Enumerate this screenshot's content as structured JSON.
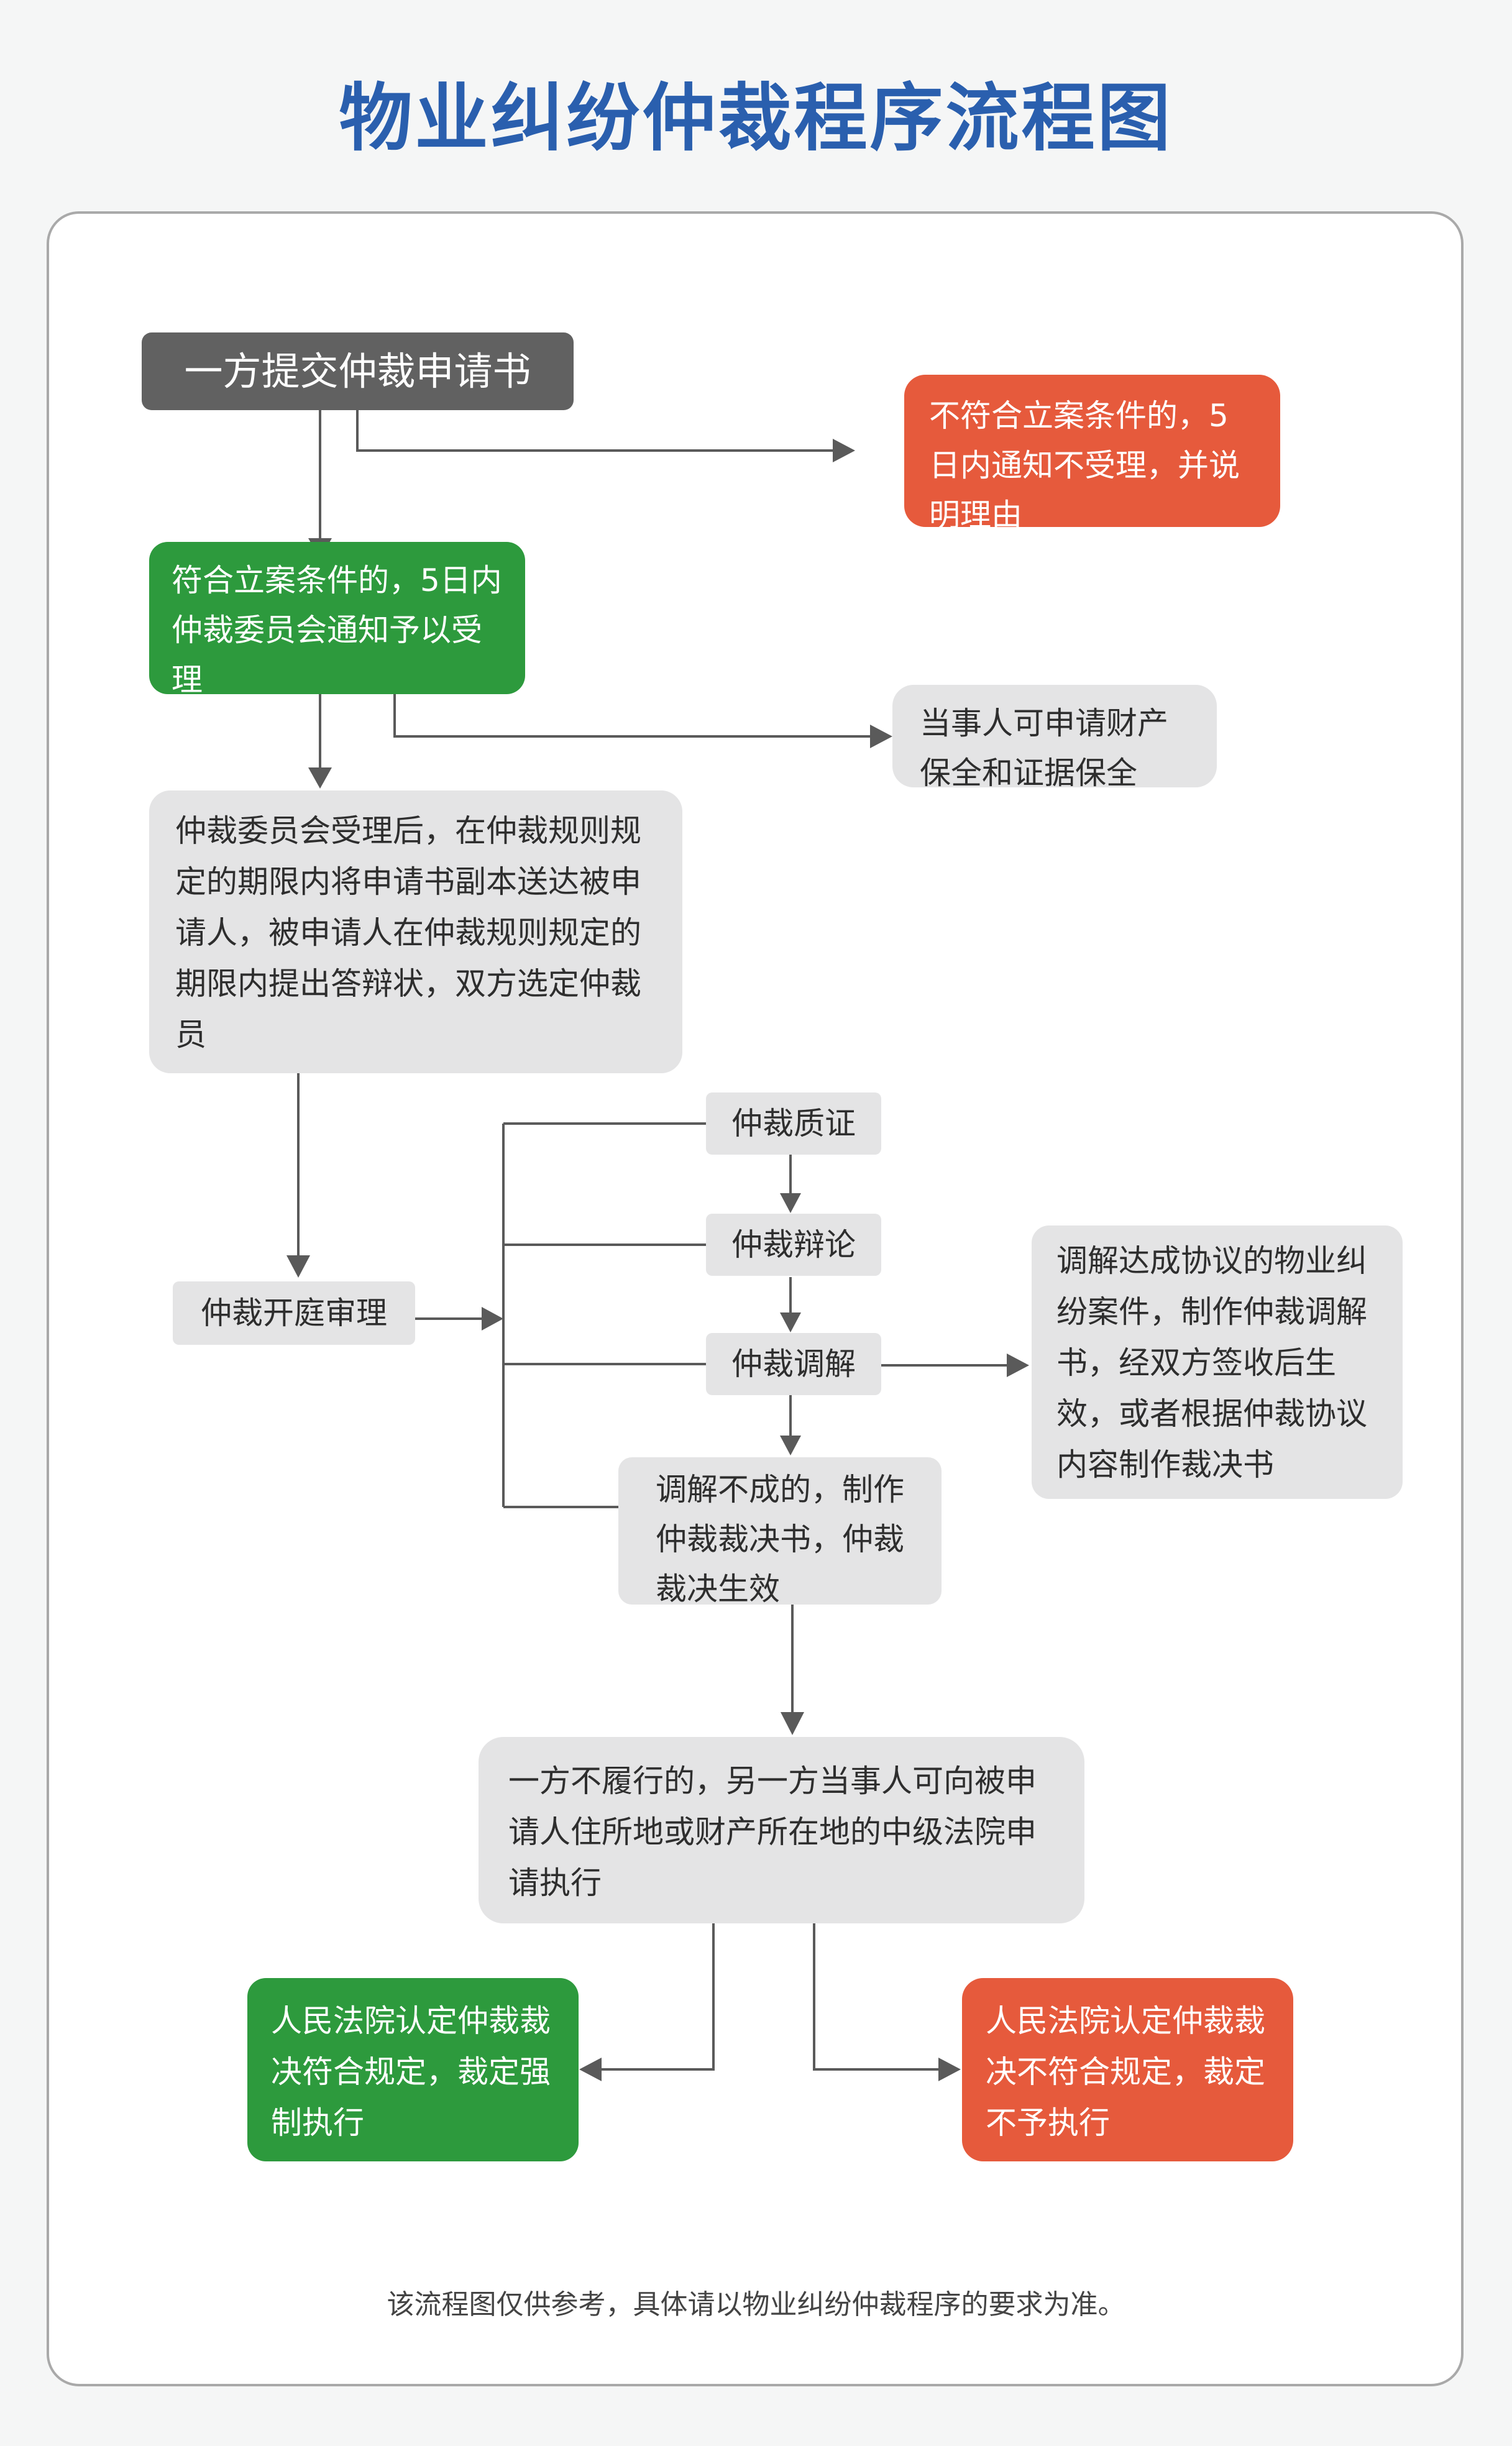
{
  "title": "物业纠纷仲裁程序流程图",
  "steps": {
    "submit": "一方提交仲裁申请书",
    "reject": "不符合立案条件的，5日内通知不受理，并说明理由",
    "accept": "符合立案条件的，5日内仲裁委员会通知予以受理",
    "preserve": "当事人可申请财产保全和证据保全",
    "serve": "仲裁委员会受理后，在仲裁规则规定的期限内将申请书副本送达被申请人，被申请人在仲裁规则规定的期限内提出答辩状，双方选定仲裁员",
    "hearing": "仲裁开庭审理",
    "evidence": "仲裁质证",
    "debate": "仲裁辩论",
    "mediation": "仲裁调解",
    "mediation_success": "调解达成协议的物业纠纷案件，制作仲裁调解书，经双方签收后生效，或者根据仲裁协议内容制作裁决书",
    "mediation_fail": "调解不成的，制作仲裁裁决书，仲裁裁决生效",
    "enforce": "一方不履行的，另一方当事人可向被申请人住所地或财产所在地的中级法院申请执行",
    "court_ok": "人民法院认定仲裁裁决符合规定，裁定强制执行",
    "court_no": "人民法院认定仲裁裁决不符合规定，裁定不予执行"
  },
  "footnote": "该流程图仅供参考，具体请以物业纠纷仲裁程序的要求为准。",
  "colors": {
    "title": "#2a5fae",
    "dark": "#616161",
    "red": "#e65a3c",
    "green": "#2d9a3d",
    "grey": "#e4e4e5",
    "line": "#5a5a5a"
  }
}
